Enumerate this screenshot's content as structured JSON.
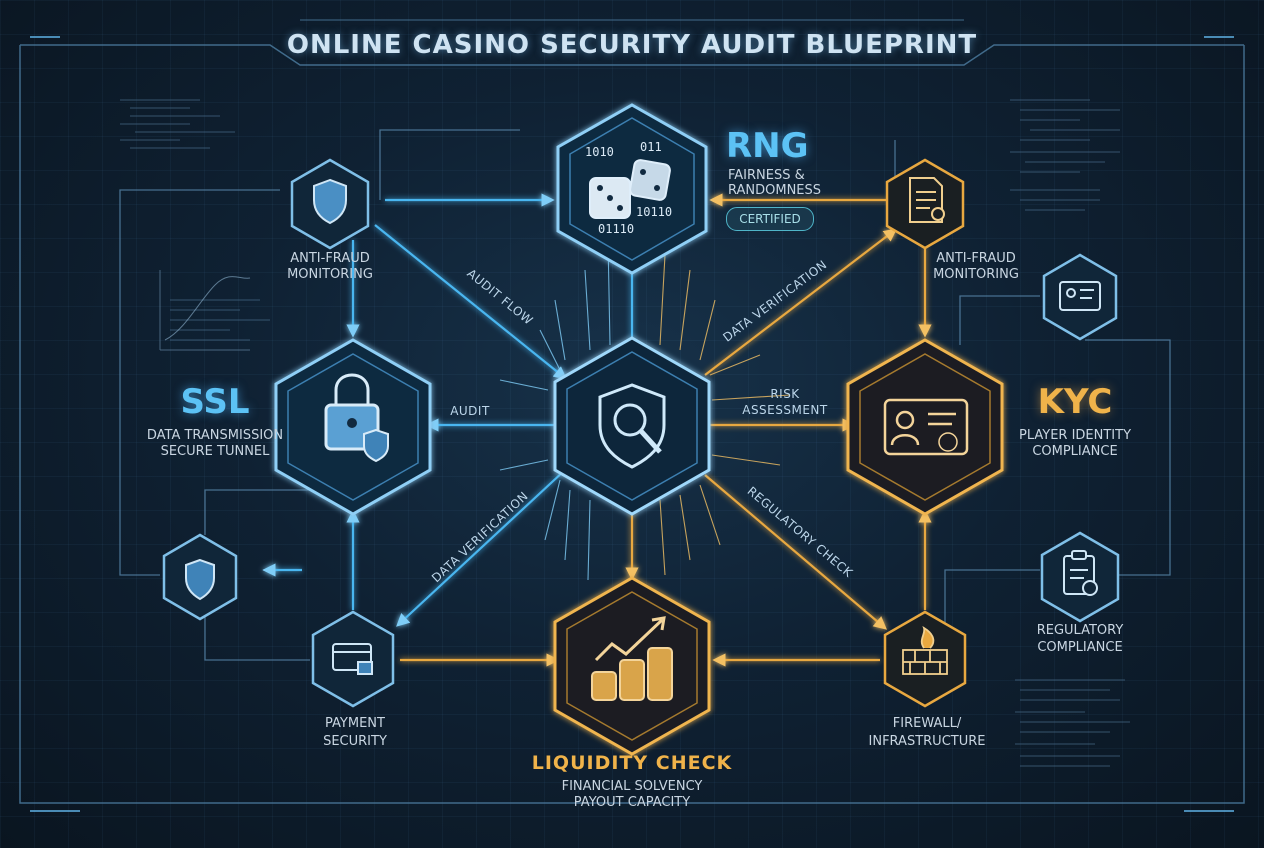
{
  "title": "ONLINE CASINO SECURITY AUDIT BLUEPRINT",
  "colors": {
    "blue": "#4ab6f0",
    "gold": "#e8a840",
    "background": "#0f2133"
  },
  "nodes": {
    "hub": {
      "icon": "shield-magnifier-icon"
    },
    "rng": {
      "name": "RNG",
      "line1": "FAIRNESS &",
      "line2": "RANDOMNESS",
      "badge": "CERTIFIED",
      "icon": "dice-icon",
      "code1": "1010",
      "code2": "011",
      "code3": "10110",
      "code4": "01110"
    },
    "anti_fraud_left": {
      "line1": "ANTI-FRAUD",
      "line2": "MONITORING",
      "icon": "shield-icon"
    },
    "anti_fraud_right": {
      "line1": "ANTI-FRAUD",
      "line2": "MONITORING",
      "icon": "document-icon"
    },
    "ssl": {
      "name": "SSL",
      "line1": "DATA TRANSMISSION",
      "line2": "SECURE TUNNEL",
      "icon": "padlock-icon"
    },
    "kyc": {
      "name": "KYC",
      "line1": "PLAYER IDENTITY",
      "line2": "COMPLIANCE",
      "icon": "id-card-icon"
    },
    "id_badge": {
      "icon": "id-badge-icon"
    },
    "shield_small": {
      "icon": "shield-icon"
    },
    "payment": {
      "line1": "PAYMENT",
      "line2": "SECURITY",
      "icon": "credit-card-icon"
    },
    "liquidity": {
      "name": "LIQUIDITY CHECK",
      "line1": "FINANCIAL SOLVENCY",
      "line2": "PAYOUT CAPACITY",
      "icon": "coins-chart-icon"
    },
    "firewall": {
      "line1": "FIREWALL/",
      "line2": "INFRASTRUCTURE",
      "icon": "firewall-icon"
    },
    "regulatory": {
      "line1": "REGULATORY",
      "line2": "COMPLIANCE",
      "icon": "clipboard-icon"
    }
  },
  "flows": {
    "audit_flow": "AUDIT FLOW",
    "audit": "AUDIT",
    "data_verification_top": "DATA VERIFICATION",
    "data_verification_bottom": "DATA VERIFICATION",
    "risk_line1": "RISK",
    "risk_line2": "ASSESSMENT",
    "regulatory_check": "REGULATORY CHECK"
  }
}
